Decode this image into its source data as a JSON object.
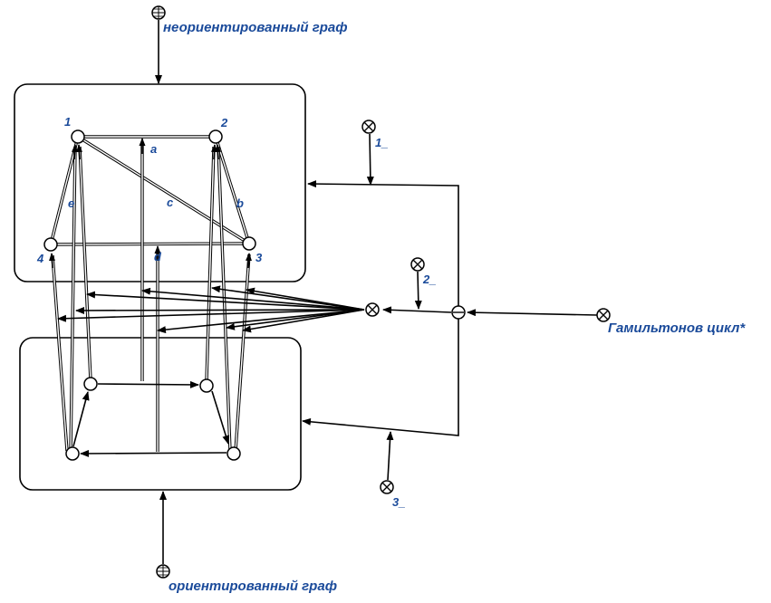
{
  "labels": {
    "undirected_graph": "неориентированный граф",
    "directed_graph": "ориентированный граф",
    "hamiltonian_cycle": "Гамильтонов цикл*",
    "input_1": "1_",
    "input_2": "2_",
    "input_3": "3_"
  },
  "vertices": {
    "v1": "1",
    "v2": "2",
    "v3": "3",
    "v4": "4"
  },
  "edges": {
    "a": "a",
    "b": "b",
    "c": "c",
    "d": "d",
    "e": "e"
  },
  "colors": {
    "label": "#1a4a9a",
    "stroke": "#000000",
    "background": "#ffffff"
  }
}
